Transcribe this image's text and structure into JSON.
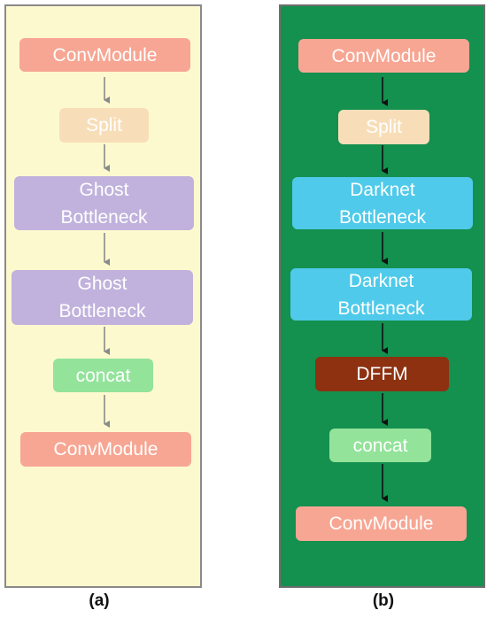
{
  "panel_a": {
    "caption": "(a)",
    "nodes": [
      "ConvModule",
      "Split",
      "Ghost\nBottleneck",
      "Ghost\nBottleneck",
      "concat",
      "ConvModule"
    ]
  },
  "panel_b": {
    "caption": "(b)",
    "nodes": [
      "ConvModule",
      "Split",
      "Darknet\nBottleneck",
      "Darknet\nBottleneck",
      "DFFM",
      "concat",
      "ConvModule"
    ]
  },
  "colors": {
    "panel_a_bg": "#fdf9cf",
    "panel_b_bg": "#14904f",
    "conv": "#f7a693",
    "split": "#f8deb8",
    "ghost": "#c0b2dc",
    "darknet": "#4fcaea",
    "dffm": "#8d3110",
    "concat": "#93e39a",
    "arrow_a": "#8a8a8a",
    "arrow_b": "#111111"
  }
}
